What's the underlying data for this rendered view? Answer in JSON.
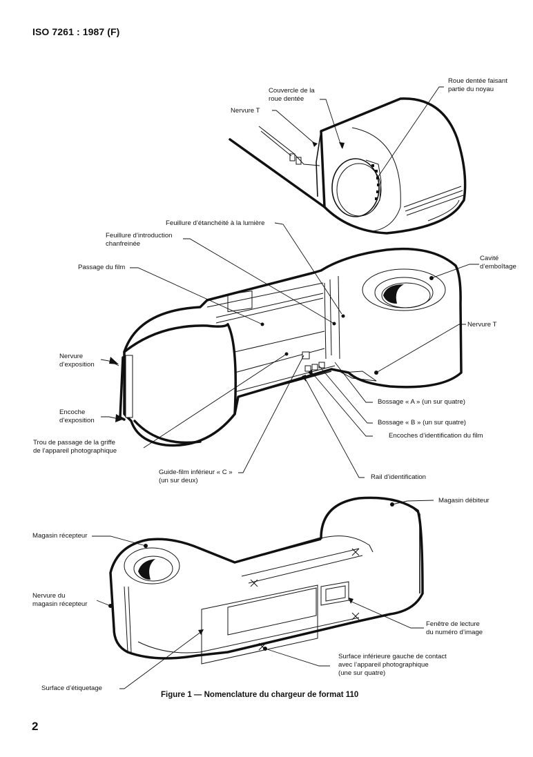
{
  "document": {
    "header": "ISO 7261 : 1987 (F)",
    "page_number": "2",
    "figure_caption": "Figure 1 — Nomenclature du chargeur de format 110"
  },
  "figure": {
    "detail_view": {
      "labels": {
        "roue_dentee": "Roue dentée faisant\npartie du noyau",
        "couvercle": "Couvercle de la\nroue dentée",
        "nervure_t": "Nervure T"
      }
    },
    "top_view": {
      "labels": {
        "feuillure_etancheite": "Feuillure d’étanchéité à la lumière",
        "feuillure_introduction": "Feuillure d’introduction\nchanfreinée",
        "passage_film": "Passage du film",
        "cavite": "Cavité\nd’emboîtage",
        "nervure_t": "Nervure T",
        "nervure_exposition": "Nervure\nd’exposition",
        "encoche_exposition": "Encoche\nd’exposition",
        "trou_passage": "Trou de passage de la griffe\nde l’appareil photographique",
        "bossage_a": "Bossage « A » (un sur quatre)",
        "bossage_b": "Bossage « B » (un sur quatre)",
        "encoches_identification": "Encoches d’identification du film",
        "guide_film": "Guide-film inférieur « C »\n(un sur deux)",
        "rail_identification": "Rail d’identification"
      }
    },
    "bottom_view": {
      "labels": {
        "magasin_debiteur": "Magasin débiteur",
        "magasin_recepteur": "Magasin récepteur",
        "nervure_magasin": "Nervure du\nmagasin récepteur",
        "fenetre_lecture": "Fenêtre de lecture\ndu numéro d’image",
        "surface_contact": "Surface inférieure gauche de contact\navec l’appareil photographique\n(une sur quatre)",
        "surface_etiquetage": "Surface d’étiquetage"
      }
    }
  }
}
